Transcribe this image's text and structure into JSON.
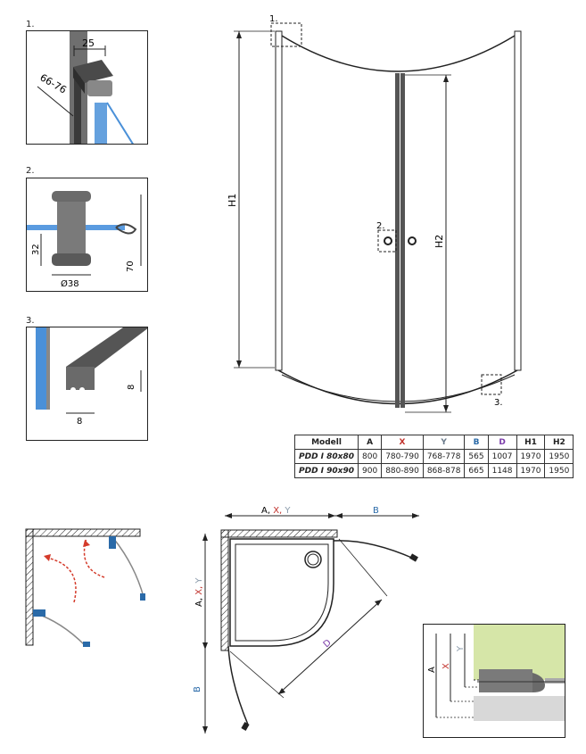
{
  "details": {
    "d1": {
      "label": "1.",
      "dim_top": "25",
      "dim_side": "66-76"
    },
    "d2": {
      "label": "2.",
      "dim_height": "32",
      "dim_diameter": "Ø38",
      "dim_total": "70"
    },
    "d3": {
      "label": "3.",
      "dim_width": "8",
      "dim_height": "8"
    }
  },
  "elevation": {
    "h1": "H1",
    "h2": "H2",
    "callout1": "1.",
    "callout2": "2.",
    "callout3": "3."
  },
  "table": {
    "headers": [
      "Modell",
      "A",
      "X",
      "Y",
      "B",
      "D",
      "H1",
      "H2"
    ],
    "header_colors": [
      "#222222",
      "#222222",
      "#c0302a",
      "#6a7a8a",
      "#2a6aa8",
      "#7a3aa8",
      "#222222",
      "#222222"
    ],
    "rows": [
      [
        "PDD I 80x80",
        "800",
        "780-790",
        "768-778",
        "565",
        "1007",
        "1970",
        "1950"
      ],
      [
        "PDD I 90x90",
        "900",
        "880-890",
        "868-878",
        "665",
        "1148",
        "1970",
        "1950"
      ]
    ]
  },
  "plan": {
    "top_a": "A, ",
    "top_x": "X, ",
    "top_y": "Y",
    "top_b": "B",
    "left_a": "A, ",
    "left_x": "X, ",
    "left_y": "Y",
    "left_b": "B",
    "diag_d": "D"
  },
  "inset": {
    "a": "A",
    "x": "X",
    "y": "Y"
  },
  "colors": {
    "x": "#c0302a",
    "y": "#8a9aaa",
    "b": "#2a6aa8",
    "d": "#7a3aa8",
    "glass": "#3a7fd0",
    "tray": "#d6e6a8"
  }
}
